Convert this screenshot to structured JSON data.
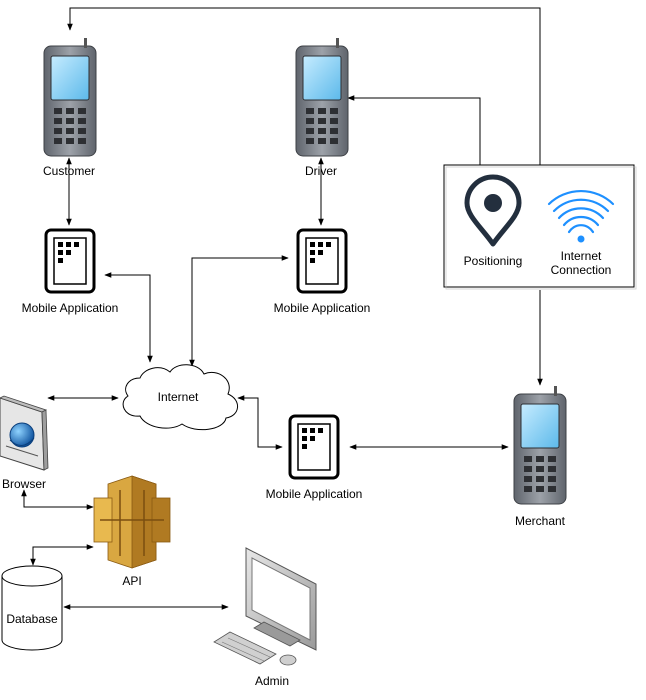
{
  "nodes": {
    "customer": {
      "label": "Customer",
      "icon": "mobile-phone-icon"
    },
    "driver": {
      "label": "Driver",
      "icon": "mobile-phone-icon"
    },
    "merchant": {
      "label": "Merchant",
      "icon": "mobile-phone-icon"
    },
    "mobile_app_customer": {
      "label": "Mobile Application",
      "icon": "tablet-app-icon"
    },
    "mobile_app_driver": {
      "label": "Mobile Application",
      "icon": "tablet-app-icon"
    },
    "mobile_app_merchant": {
      "label": "Mobile Application",
      "icon": "tablet-app-icon"
    },
    "internet": {
      "label": "Internet",
      "icon": "cloud-icon"
    },
    "browser": {
      "label": "Browser",
      "icon": "browser-globe-icon"
    },
    "api": {
      "label": "API",
      "icon": "api-gateway-icon"
    },
    "database": {
      "label": "Database",
      "icon": "database-cylinder-icon"
    },
    "admin": {
      "label": "Admin",
      "icon": "desktop-computer-icon"
    }
  },
  "services_box": {
    "positioning": {
      "label": "Positioning",
      "icon": "map-pin-icon"
    },
    "internet_connection": {
      "label_line1": "Internet",
      "label_line2": "Connection",
      "icon": "wifi-icon"
    }
  },
  "colors": {
    "phone_body": "#7b8088",
    "phone_screen": "#8fd3f5",
    "api_gold": "#d9a741",
    "wifi_blue": "#1e90ff",
    "pin_dark": "#232f3e"
  }
}
